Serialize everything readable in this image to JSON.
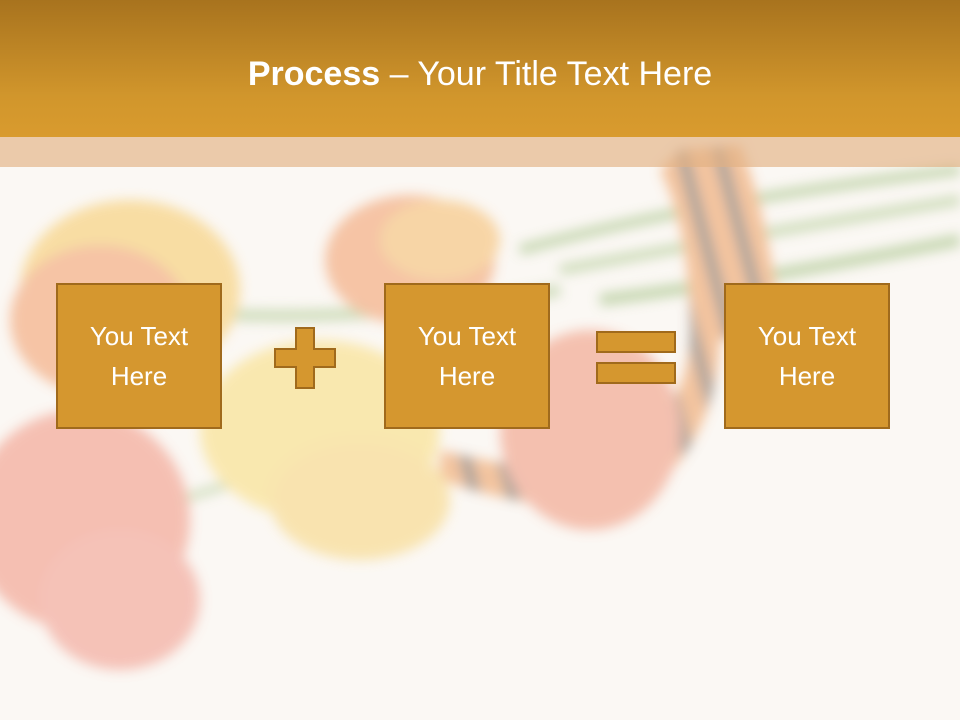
{
  "slide": {
    "title_bold": "Process",
    "title_dash": " – ",
    "title_rest": "Your Title Text Here",
    "boxes": [
      {
        "text": "You Text\nHere"
      },
      {
        "text": "You Text\nHere"
      },
      {
        "text": "You Text\nHere"
      }
    ],
    "operators": [
      "plus-icon",
      "equals-icon"
    ]
  },
  "colors": {
    "title_bar": "#d1962c",
    "box_fill": "#d5972f",
    "box_border": "#a06a1c",
    "text": "#ffffff"
  }
}
